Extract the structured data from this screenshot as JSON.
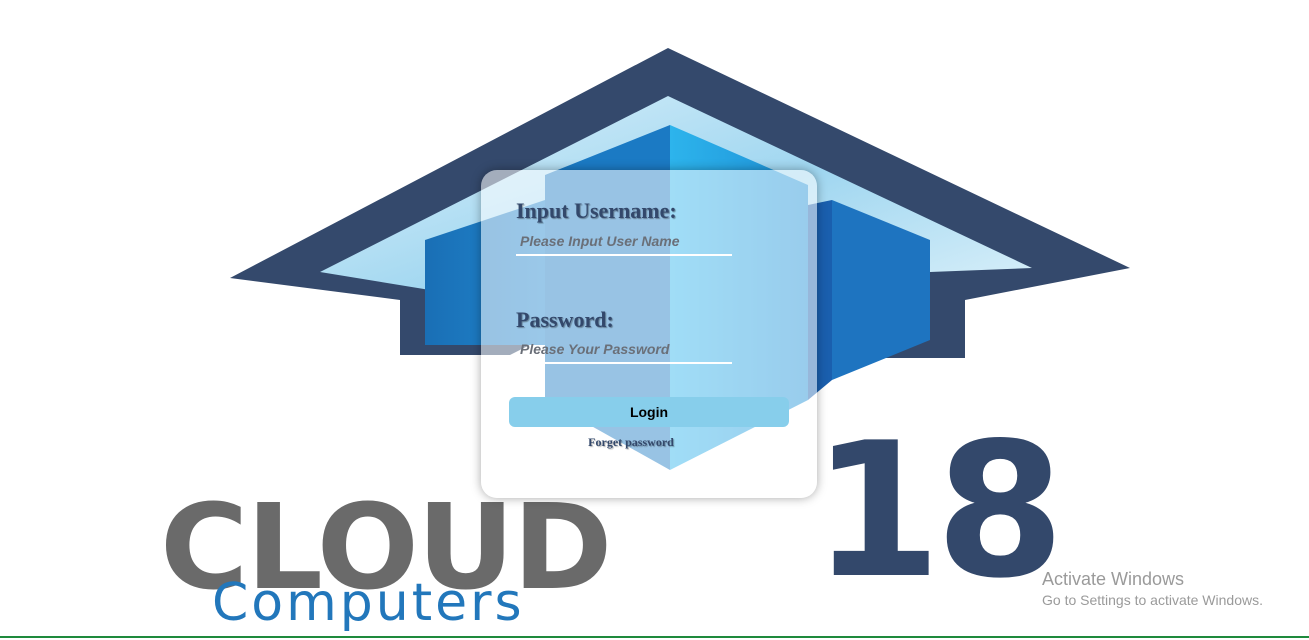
{
  "brand": {
    "wordmark": "CLOUD",
    "number": "18",
    "subtitle": "Computers",
    "colors": {
      "navy": "#33486b",
      "blue": "#1b7ac4",
      "gray": "#6a6a6a",
      "light_blue": "#87ceeb"
    }
  },
  "login": {
    "username_label": "Input Username:",
    "username_placeholder": "Please Input User Name",
    "username_value": "",
    "password_label": "Password:",
    "password_placeholder": "Please Your Password",
    "password_value": "",
    "login_label": "Login",
    "forget_label": "Forget password"
  },
  "system": {
    "activation_title": "Activate Windows",
    "activation_subtitle": "Go to Settings to activate Windows."
  }
}
